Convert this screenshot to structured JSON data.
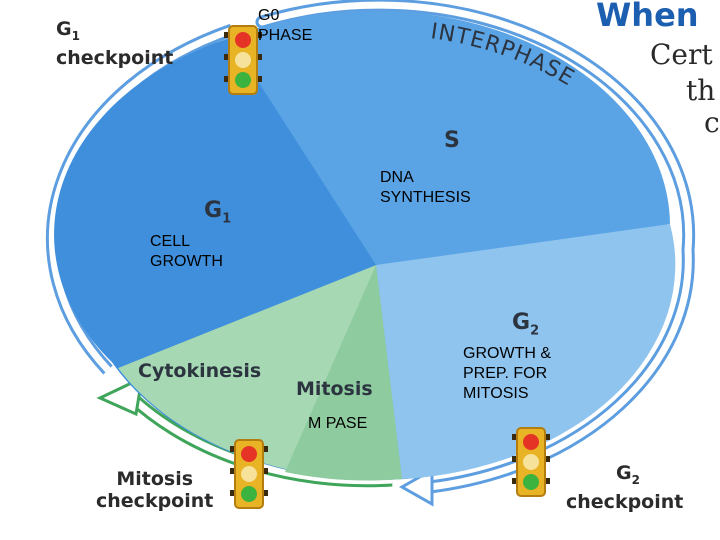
{
  "labels": {
    "g0": "G0\nPHASE",
    "dna": "DNA\nSYNTHESIS",
    "cell_growth": "CELL\nGROWTH",
    "g2_growth": "GROWTH &\nPREP. FOR\nMITOSIS",
    "m_pase": "M PASE"
  },
  "phases": {
    "interphase": "INTERPHASE",
    "s": "S",
    "g1": "G",
    "g1_sub": "1",
    "g2": "G",
    "g2_sub": "2",
    "cytokinesis": "Cytokinesis",
    "mitosis": "Mitosis"
  },
  "checkpoints": {
    "g1_letter": "G",
    "g1_sub": "1",
    "g1_word": "checkpoint",
    "g2_letter": "G",
    "g2_sub": "2",
    "g2_word": "checkpoint",
    "mitosis_line1": "Mitosis",
    "mitosis_line2": "checkpoint"
  },
  "corner_text": {
    "heading": "When",
    "line1": "Cert",
    "line2": "th",
    "line3": "c"
  },
  "colors": {
    "g1_wedge": "#3f8fdc",
    "s_wedge": "#5aa4e6",
    "g2_wedge": "#8fc4ef",
    "m_wedge": "#a6d8b4",
    "ring_blue": "#5d9ee0",
    "ring_green": "#3ea55a",
    "heading_blue": "#1c5fb0"
  }
}
